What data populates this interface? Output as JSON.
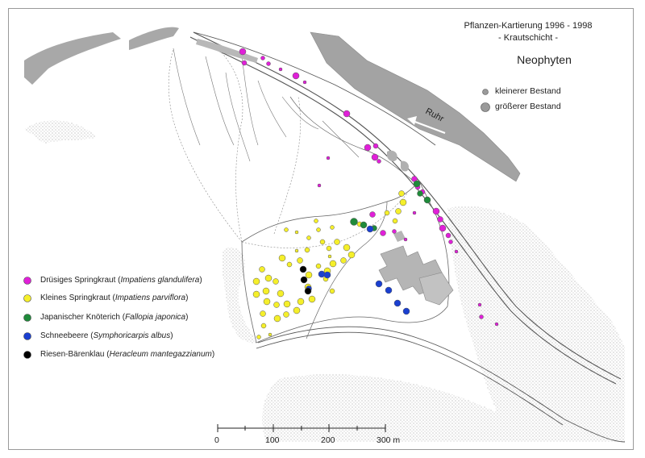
{
  "header": {
    "title": "Pflanzen-Kartierung 1996 - 1998",
    "subtitle": "- Krautschicht -",
    "group": "Neophyten"
  },
  "size_legend": {
    "small": "kleinerer Bestand",
    "large": "größerer Bestand",
    "color": "#9a9a9a"
  },
  "river_label": "Ruhr",
  "species": [
    {
      "key": "impatiens_glandulifera",
      "name": "Drüsiges Springkraut",
      "latin": "Impatiens glandulifera",
      "color": "#e020d8"
    },
    {
      "key": "impatiens_parviflora",
      "name": "Kleines Springkraut",
      "latin": "Impatiens parviflora",
      "color": "#f5ef2a"
    },
    {
      "key": "fallopia_japonica",
      "name": "Japanischer Knöterich",
      "latin": "Fallopia japonica",
      "color": "#1f8a3a"
    },
    {
      "key": "symphoricarpos_albus",
      "name": "Schneebeere",
      "latin": "Symphoricarpis albus",
      "color": "#1a3fd0"
    },
    {
      "key": "heracleum",
      "name": "Riesen-Bärenklau",
      "latin": "Heracleum mantegazzianum",
      "color": "#000000"
    }
  ],
  "scale_bar": {
    "labels": [
      "0",
      "100",
      "200",
      "300 m"
    ]
  }
}
